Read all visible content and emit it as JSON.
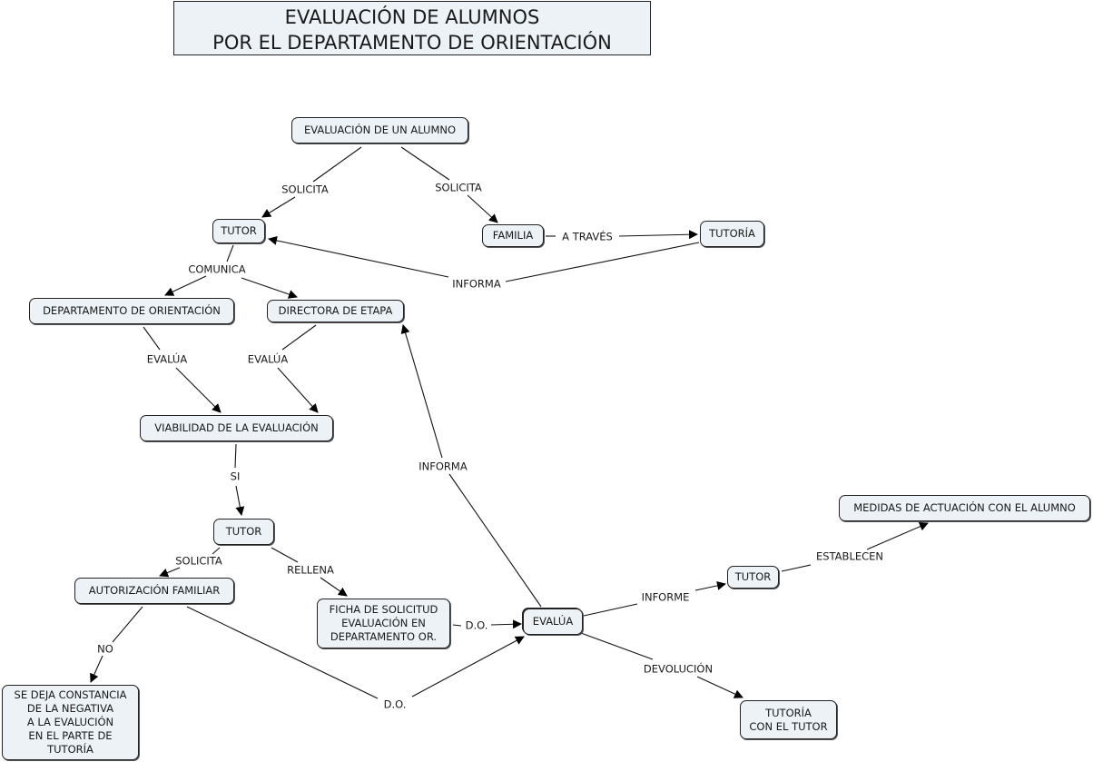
{
  "title": {
    "line1": "EVALUACIÓN DE ALUMNOS",
    "line2": "POR EL DEPARTAMENTO DE ORIENTACIÓN"
  },
  "nodes": {
    "evaluacion_alumno": "EVALUACIÓN DE UN ALUMNO",
    "tutor_top": "TUTOR",
    "familia": "FAMILIA",
    "tutoria": "TUTORÍA",
    "dpto_orientacion": "DEPARTAMENTO DE ORIENTACIÓN",
    "directora_etapa": "DIRECTORA DE ETAPA",
    "viabilidad": "VIABILIDAD DE LA EVALUACIÓN",
    "tutor_mid": "TUTOR",
    "autorizacion_familiar": "AUTORIZACIÓN FAMILIAR",
    "ficha_solicitud": "FICHA DE SOLICITUD\nEVALUACIÓN EN\nDEPARTAMENTO OR.",
    "se_deja_constancia": "SE DEJA CONSTANCIA\nDE LA NEGATIVA\nA LA EVALUCIÓN\nEN EL PARTE DE\nTUTORÍA",
    "evalua": "EVALÚA",
    "tutor_right": "TUTOR",
    "medidas": "MEDIDAS DE ACTUACIÓN CON EL ALUMNO",
    "tutoria_con_tutor": "TUTORÍA\nCON EL TUTOR"
  },
  "links": {
    "solicita_tutor": "SOLICITA",
    "solicita_familia": "SOLICITA",
    "a_traves": "A TRAVÉS",
    "informa_tutoria": "INFORMA",
    "comunica": "COMUNICA",
    "evalua_dpto": "EVALÚA",
    "evalua_directora": "EVALÚA",
    "si": "SI",
    "solicita_autorizacion": "SOLICITA",
    "rellena": "RELLENA",
    "no": "NO",
    "do_ficha": "D.O.",
    "do_autorizacion": "D.O.",
    "informa_directora": "INFORMA",
    "informe": "INFORME",
    "establecen": "ESTABLECEN",
    "devolucion": "DEVOLUCIÓN"
  }
}
